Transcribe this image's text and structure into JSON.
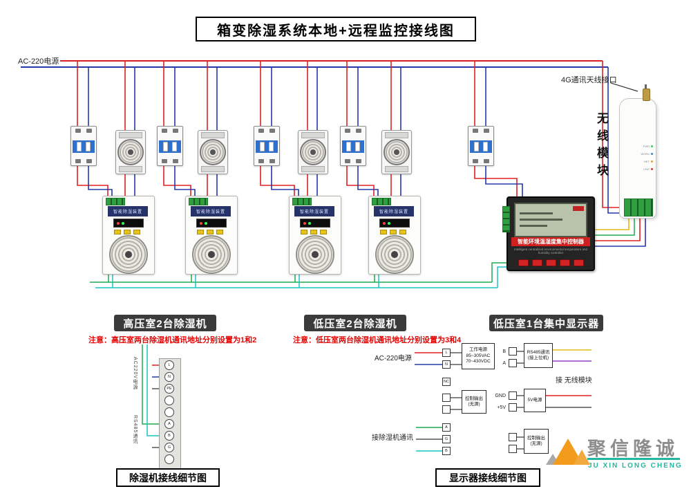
{
  "title": "箱变除湿系统本地+远程监控接线图",
  "power": {
    "label": "AC-220电源"
  },
  "wireless_module": {
    "label": "无线模块",
    "antenna_label": "4G通讯天线接口",
    "leds": [
      "PWR",
      "WORK",
      "NET",
      "LINK"
    ]
  },
  "controller": {
    "banner": "智能环境温湿度集中控制器",
    "subtitle": "Intelligent centralized environmental temperature and humidity controller"
  },
  "dehumidifier": {
    "display_label": "智能除湿装置"
  },
  "sections": {
    "high_voltage": "高压室2台除湿机",
    "low_voltage": "低压室2台除湿机",
    "display_room": "低压室1台集中显示器"
  },
  "notes": {
    "high_voltage": "注意：高压室两台除湿机通讯地址分别设置为1和2",
    "low_voltage": "注意：低压室两台除湿机通讯地址分别设置为3和4"
  },
  "detail_dehumidifier": {
    "title": "除湿机接线细节图",
    "terminals": [
      "L",
      "N",
      "PE",
      "",
      "",
      "A",
      "B",
      "G",
      ""
    ],
    "label_power": "AC220V电源",
    "label_comm": "RS485通讯"
  },
  "detail_display": {
    "title": "显示器接线细节图",
    "left_terminals": [
      "L",
      "N",
      "NC",
      "",
      "",
      "A",
      "G",
      "B"
    ],
    "right_labels": [
      "B",
      "A",
      "GND",
      "+5V"
    ],
    "power_box": "工作电源\n85~305VAC\n70~430VDC",
    "ac_label": "AC-220电源",
    "ctrl_box1": "控制输出\n(无源)",
    "ctrl_box2": "控制输出\n(无源)",
    "rs485_box": "RS485通讯\n(接上位机)",
    "v5_box": "5V电源",
    "comm_label": "接除湿机通讯",
    "module_label": "接 无线模块"
  },
  "logo": {
    "name": "聚信隆诚",
    "subtitle": "JU XIN LONG CHENG"
  },
  "colors": {
    "wire_red": "#e02020",
    "wire_blue": "#2438a8",
    "wire_green": "#1faa50",
    "wire_cyan": "#18c4c4",
    "wire_yellow": "#e0bc14",
    "wire_purple": "#9040c0",
    "terminal_green": "#2e9e3e",
    "accent_red": "#cf1f1f"
  }
}
